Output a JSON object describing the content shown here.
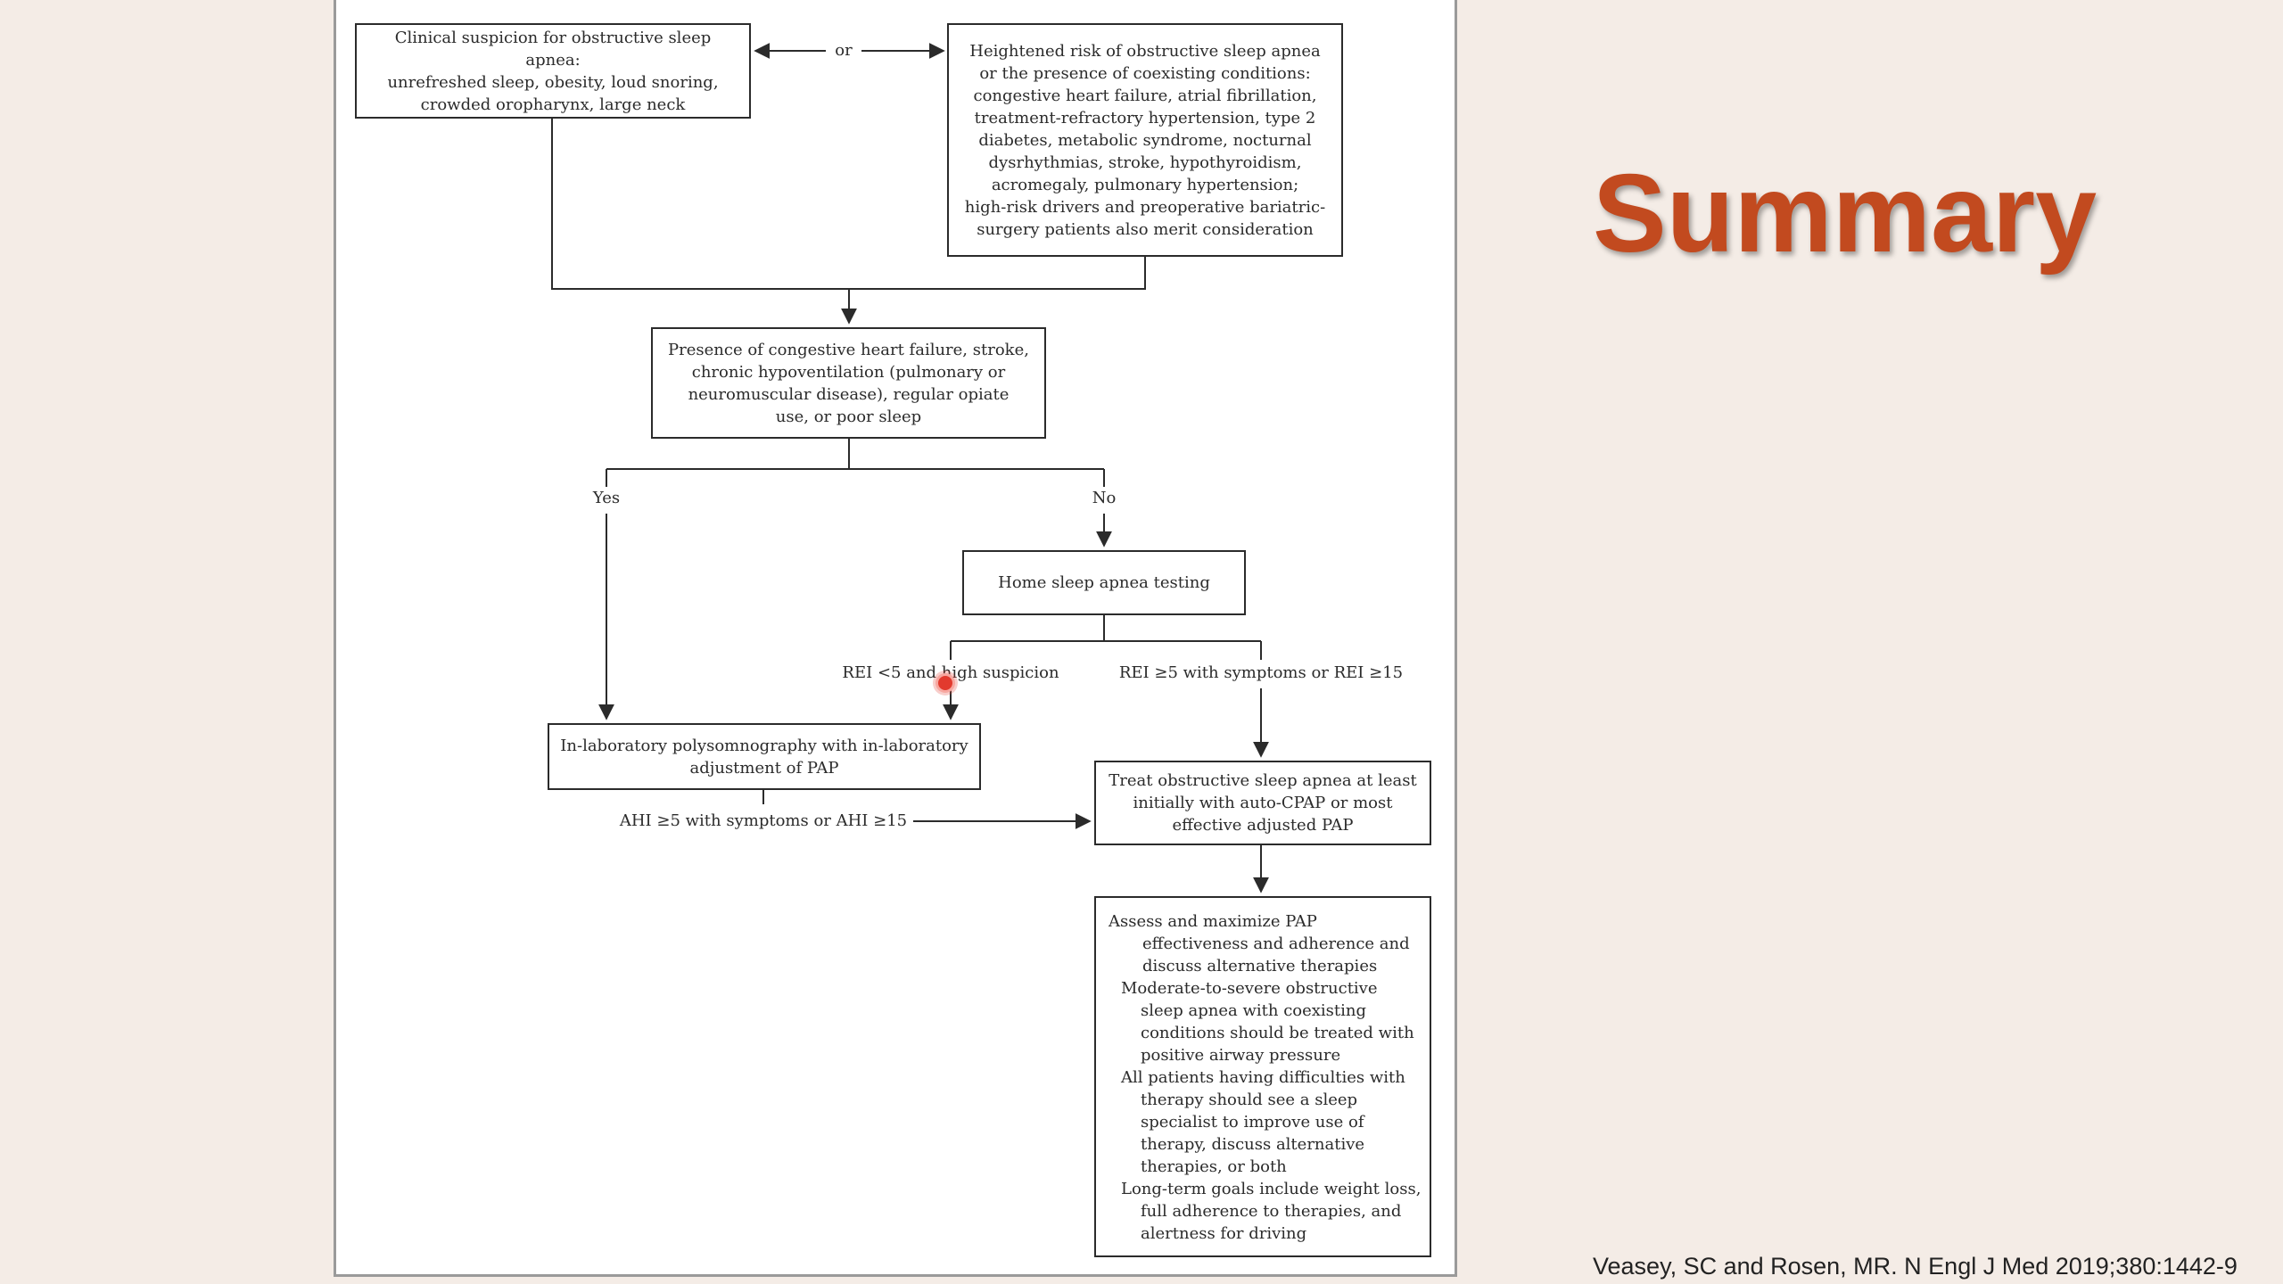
{
  "slide": {
    "title": "Summary",
    "citation": "Veasey, SC and Rosen, MR. N Engl J Med 2019;380:1442-9",
    "title_color": "#c24a1f",
    "background_color": "#f4ece6"
  },
  "flowchart": {
    "boxes": {
      "clinical_suspicion": "Clinical suspicion for obstructive sleep apnea:\nunrefreshed sleep, obesity, loud snoring,\ncrowded oropharynx, large neck",
      "heightened_risk": "Heightened risk of obstructive sleep apnea\nor the presence of coexisting conditions:\ncongestive heart failure, atrial fibrillation,\ntreatment-refractory hypertension, type 2\ndiabetes, metabolic syndrome, nocturnal\ndysrhythmias, stroke, hypothyroidism,\nacromegaly, pulmonary hypertension;\nhigh-risk drivers and preoperative bariatric-\nsurgery patients also merit consideration",
      "presence_of": "Presence of congestive heart failure, stroke,\nchronic hypoventilation (pulmonary or\nneuromuscular disease), regular opiate\nuse, or poor sleep",
      "home_testing": "Home sleep apnea testing",
      "in_lab_psg": "In-laboratory polysomnography with in-laboratory\nadjustment of PAP",
      "treat_osa": "Treat obstructive sleep apnea at least\ninitially with auto-CPAP or most\neffective adjusted PAP",
      "final_items": [
        "Assess and maximize PAP effectiveness and adherence and discuss alternative therapies",
        "Moderate-to-severe obstructive sleep apnea with coexisting conditions should be treated with positive airway pressure",
        "All patients having difficulties with therapy should see a sleep specialist to improve use of therapy, discuss alternative therapies, or both",
        "Long-term goals include weight loss, full adherence to therapies, and alertness for driving"
      ]
    },
    "labels": {
      "or": "or",
      "yes": "Yes",
      "no": "No",
      "rei_low": "REI <5 and high suspicion",
      "rei_high": "REI ≥5 with symptoms or REI ≥15",
      "ahi": "AHI ≥5 with symptoms or AHI ≥15"
    }
  }
}
